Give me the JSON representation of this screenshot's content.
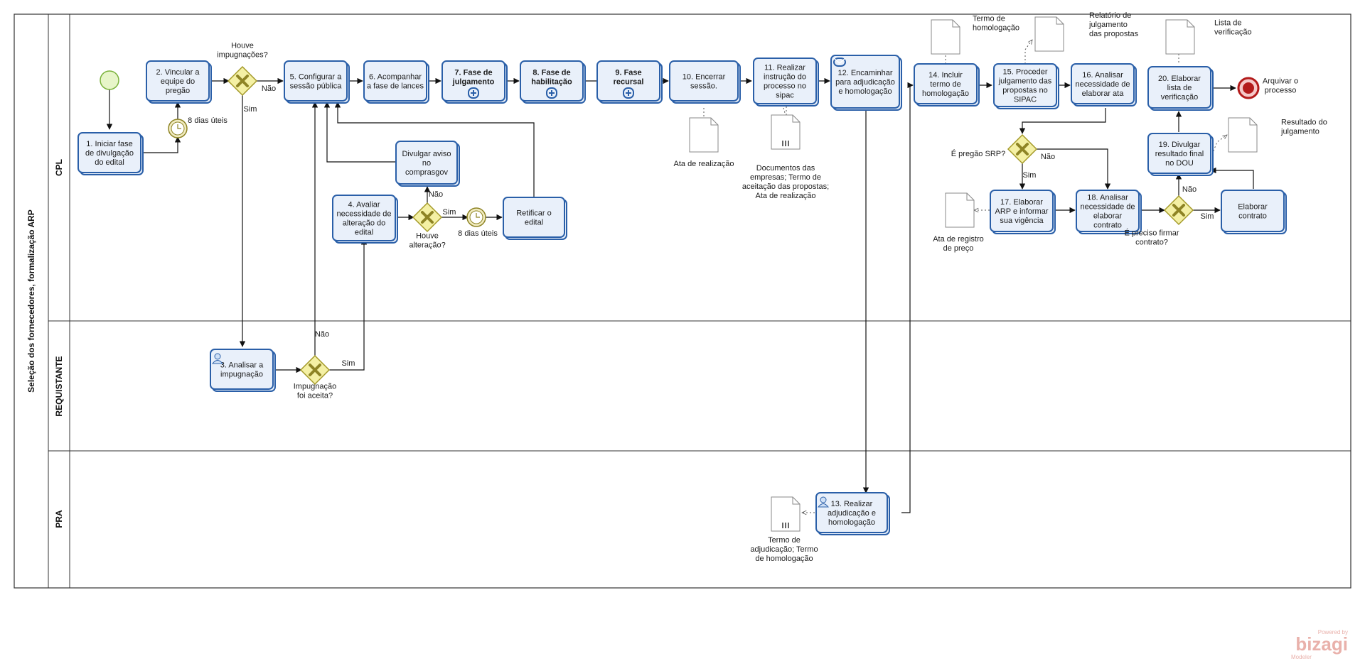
{
  "pool": {
    "title": "Seleção dos fornecedores, formalização ARP"
  },
  "lanes": [
    "CPL",
    "REQUISTANTE",
    "PRA"
  ],
  "tasks": [
    {
      "id": "t1",
      "lines": [
        "1. Iniciar fase",
        "de divulgação",
        "do edital"
      ]
    },
    {
      "id": "t2",
      "lines": [
        "2. Vincular a",
        "equipe do",
        "pregão"
      ]
    },
    {
      "id": "t3",
      "lines": [
        "3. Analisar a",
        "impugnação"
      ]
    },
    {
      "id": "t4",
      "lines": [
        "4. Avaliar",
        "necessidade de",
        "alteração do",
        "edital"
      ]
    },
    {
      "id": "t5",
      "lines": [
        "5. Configurar a",
        "sessão pública"
      ]
    },
    {
      "id": "t6",
      "lines": [
        "6. Acompanhar",
        "a fase de lances"
      ]
    },
    {
      "id": "t7",
      "lines": [
        "7. Fase de",
        "julgamento"
      ]
    },
    {
      "id": "t8",
      "lines": [
        "8. Fase de",
        "habilitação"
      ]
    },
    {
      "id": "t9",
      "lines": [
        "9. Fase",
        "recursal"
      ]
    },
    {
      "id": "t10",
      "lines": [
        "10. Encerrar",
        "sessão."
      ]
    },
    {
      "id": "t11",
      "lines": [
        "11. Realizar",
        "instrução do",
        "processo no",
        "sipac"
      ]
    },
    {
      "id": "t12",
      "lines": [
        "12. Encaminhar",
        "para adjudicação",
        "e homologação"
      ]
    },
    {
      "id": "t13",
      "lines": [
        "13. Realizar",
        "adjudicação e",
        "homologação"
      ]
    },
    {
      "id": "t14",
      "lines": [
        "14. Incluir",
        "termo de",
        "homologação"
      ]
    },
    {
      "id": "t15",
      "lines": [
        "15. Proceder",
        "julgamento das",
        "propostas no",
        "SIPAC"
      ]
    },
    {
      "id": "t16",
      "lines": [
        "16. Analisar",
        "necessidade de",
        "elaborar ata"
      ]
    },
    {
      "id": "t17",
      "lines": [
        "17. Elaborar",
        "ARP e informar",
        "sua vigência"
      ]
    },
    {
      "id": "t18",
      "lines": [
        "18. Analisar",
        "necessidade de",
        "elaborar",
        "contrato"
      ]
    },
    {
      "id": "t19",
      "lines": [
        "19. Divulgar",
        "resultado final",
        "no DOU"
      ]
    },
    {
      "id": "t20",
      "lines": [
        "20. Elaborar",
        "lista de",
        "verificação"
      ]
    },
    {
      "id": "tdiv",
      "lines": [
        "Divulgar aviso",
        "no",
        "comprasgov"
      ]
    },
    {
      "id": "tret",
      "lines": [
        "Retificar o",
        "edital"
      ]
    },
    {
      "id": "tcon",
      "lines": [
        "Elaborar",
        "contrato"
      ]
    }
  ],
  "gateways": [
    {
      "id": "g1",
      "label": [
        "Houve",
        "impugnações?"
      ]
    },
    {
      "id": "g2",
      "label": [
        "Impugnação",
        "foi aceita?"
      ]
    },
    {
      "id": "g3",
      "label": [
        "Houve",
        "alteração?"
      ]
    },
    {
      "id": "g4",
      "label": [
        "É pregão SRP?"
      ]
    },
    {
      "id": "g5",
      "label": [
        "É preciso firmar",
        "contrato?"
      ]
    }
  ],
  "flow_labels": {
    "sim": "Sim",
    "nao": "Não"
  },
  "timers": [
    {
      "id": "tm1",
      "label": "8 dias úteis"
    },
    {
      "id": "tm2",
      "label": "8 dias úteis"
    }
  ],
  "end_event": {
    "label": [
      "Arquivar o",
      "processo"
    ]
  },
  "documents": [
    {
      "id": "d_ata",
      "label": [
        "Ata de realização"
      ]
    },
    {
      "id": "d_docs",
      "label": [
        "Documentos das",
        "empresas; Termo de",
        "aceitação das propostas;",
        "Ata de realização"
      ]
    },
    {
      "id": "d_termo",
      "label": [
        "Termo de",
        "homologação"
      ]
    },
    {
      "id": "d_rel",
      "label": [
        "Relatório de",
        "julgamento",
        "das propostas"
      ]
    },
    {
      "id": "d_lista",
      "label": [
        "Lista de",
        "verificação"
      ]
    },
    {
      "id": "d_res",
      "label": [
        "Resultado do",
        "julgamento"
      ]
    },
    {
      "id": "d_arp",
      "label": [
        "Ata de registro",
        "de preço"
      ]
    },
    {
      "id": "d_adj",
      "label": [
        "Termo de",
        "adjudicação; Termo",
        "de homologação"
      ]
    }
  ],
  "brand": {
    "name": "bizagi",
    "powered": "Powered by",
    "product": "Modeler"
  }
}
